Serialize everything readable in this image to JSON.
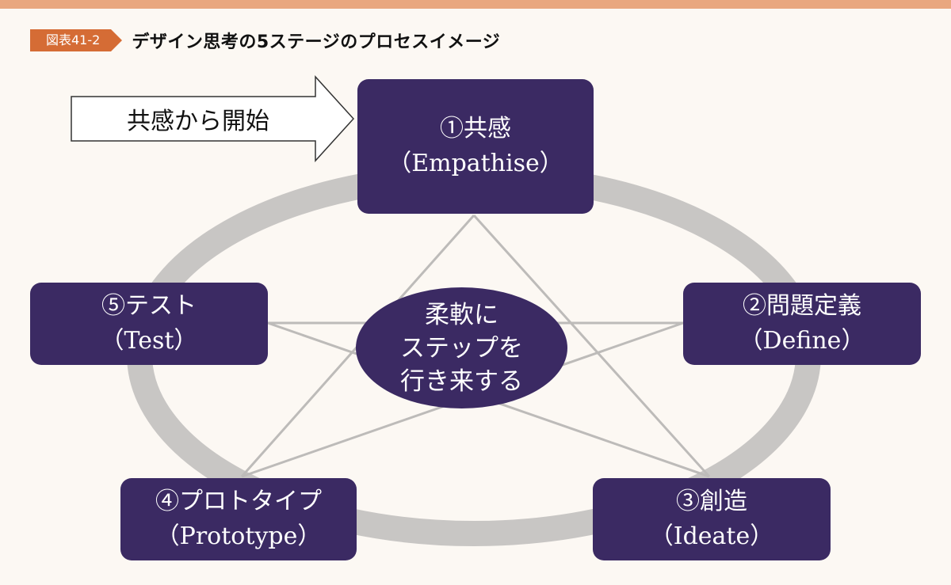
{
  "figure": {
    "badge": "図表41-2",
    "title": "デザイン思考の5ステージのプロセスイメージ"
  },
  "start_arrow": {
    "label": "共感から開始"
  },
  "stages": [
    {
      "id": "empathise",
      "title": "①共感",
      "subtitle": "（Empathise）"
    },
    {
      "id": "define",
      "title": "②問題定義",
      "subtitle": "（Define）"
    },
    {
      "id": "ideate",
      "title": "③創造",
      "subtitle": "（Ideate）"
    },
    {
      "id": "prototype",
      "title": "④プロトタイプ",
      "subtitle": "（Prototype）"
    },
    {
      "id": "test",
      "title": "⑤テスト",
      "subtitle": "（Test）"
    }
  ],
  "center": {
    "lines": [
      "柔軟に",
      "ステップを",
      "行き来する"
    ]
  },
  "colors": {
    "top_bar": "#e9a77f",
    "badge": "#d56c35",
    "node_fill": "#3b2a63",
    "ring": "#c8c6c4",
    "star_lines": "#bdbbb9",
    "background": "#fcf8f3"
  }
}
